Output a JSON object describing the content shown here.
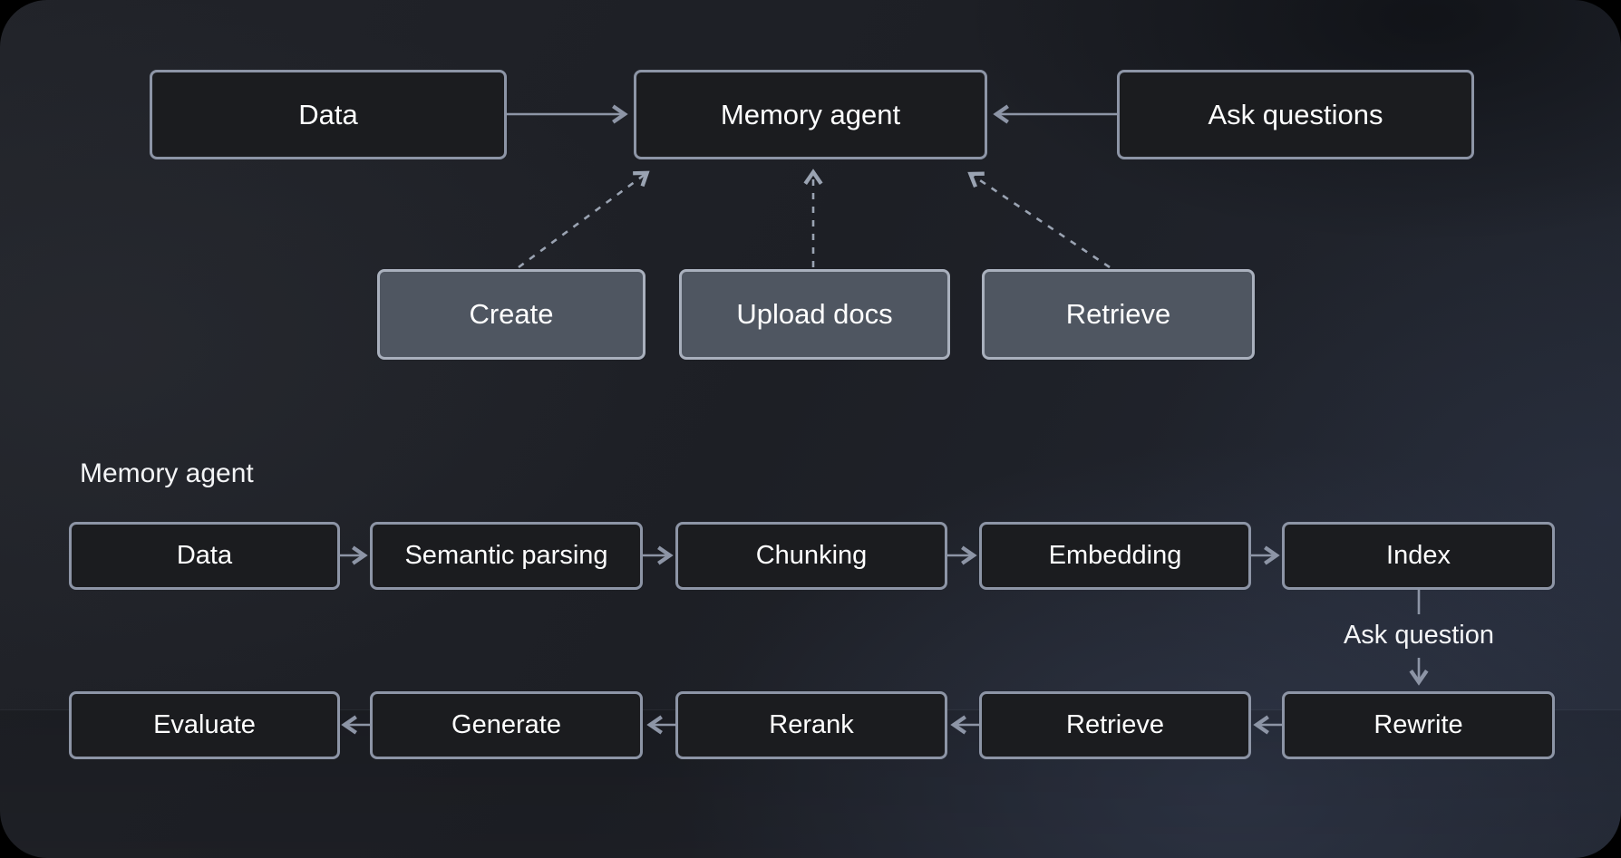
{
  "overview": {
    "nodes": [
      {
        "id": "data",
        "label": "Data"
      },
      {
        "id": "memory-agent",
        "label": "Memory agent"
      },
      {
        "id": "ask-questions",
        "label": "Ask questions"
      }
    ],
    "operations": [
      {
        "id": "create",
        "label": "Create"
      },
      {
        "id": "upload-docs",
        "label": "Upload docs"
      },
      {
        "id": "retrieve",
        "label": "Retrieve"
      }
    ]
  },
  "pipeline": {
    "title": "Memory agent",
    "ingest_row": [
      "Data",
      "Semantic parsing",
      "Chunking",
      "Embedding",
      "Index"
    ],
    "connector_label": "Ask question",
    "query_row": [
      "Evaluate",
      "Generate",
      "Rerank",
      "Retrieve",
      "Rewrite"
    ]
  },
  "colors": {
    "canvas": "#000000",
    "panel_base": "#1d1f25",
    "panel_blue_corner": "#232833",
    "node_dark_fill": "#1b1c1f",
    "node_dark_border": "#8d95a6",
    "node_light_fill": "#4f5661",
    "node_light_border": "#a9b0bd",
    "arrow_solid": "#8d95a6",
    "arrow_dashed": "#9aa3b2",
    "text": "#ffffff"
  }
}
